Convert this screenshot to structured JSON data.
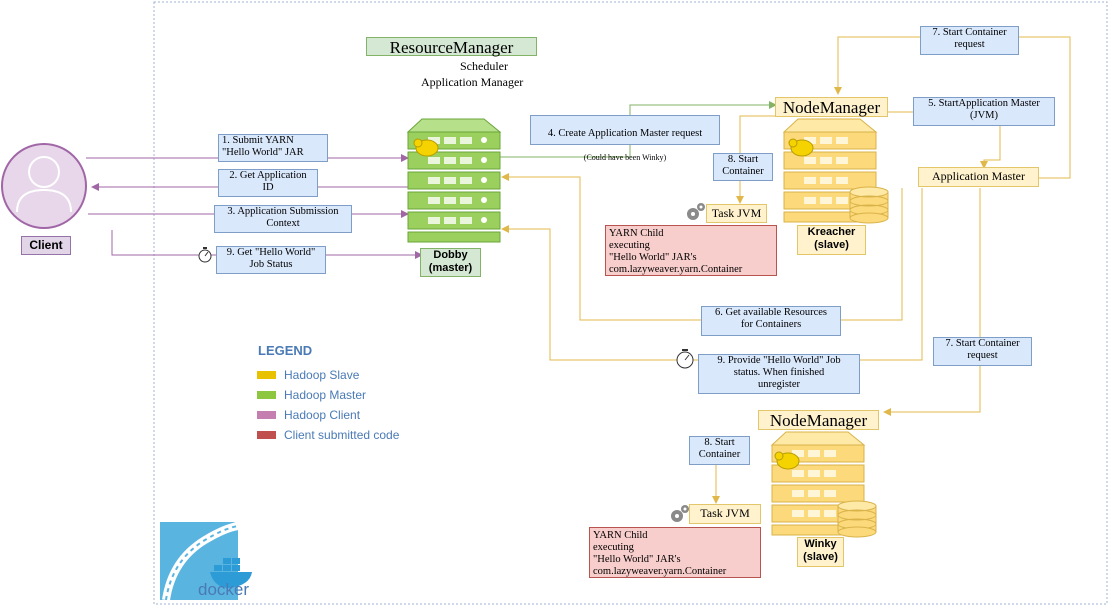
{
  "title": "ResourceManager",
  "rm_sub1": "Scheduler",
  "rm_sub2": "Application Manager",
  "client": "Client",
  "dobby": "Dobby\n(master)",
  "kreacher": "Kreacher\n(slave)",
  "winky": "Winky\n(slave)",
  "nm1": "NodeManager",
  "nm2": "NodeManager",
  "app_master": "Application Master",
  "steps": {
    "s1": "1. Submit YARN\n\"Hello World\" JAR",
    "s2": "2. Get Application\nID",
    "s3": "3. Application Submission\nContext",
    "s9a": "9. Get \"Hello World\"\nJob Status",
    "s4": "4. Create Application Master request",
    "s4b": "(Could have been Winky)",
    "s5": "5. StartApplication Master\n(JVM)",
    "s6": "6. Get available Resources\nfor Containers",
    "s7a": "7. Start Container\nrequest",
    "s7b": "7. Start Container\nrequest",
    "s8a": "8. Start\nContainer",
    "s8b": "8. Start\nContainer",
    "s9b": "9. Provide \"Hello World\" Job\nstatus. When finished\nunregister"
  },
  "taskjvm1": "Task JVM",
  "taskjvm2": "Task JVM",
  "child1": "YARN Child\nexecuting\n\"Hello World\" JAR's\ncom.lazyweaver.yarn.Container",
  "child2": "YARN Child\nexecuting\n\"Hello World\" JAR's\ncom.lazyweaver.yarn.Container",
  "legend": {
    "title": "LEGEND",
    "items": [
      {
        "label": "Hadoop Slave",
        "color": "#e8c200"
      },
      {
        "label": "Hadoop Master",
        "color": "#8dc63f"
      },
      {
        "label": "Hadoop Client",
        "color": "#c47fb0"
      },
      {
        "label": "Client submitted code",
        "color": "#c0504d"
      }
    ]
  },
  "docker": "docker",
  "colors": {
    "purple": "#a066a6",
    "green": "#82b366",
    "yellow": "#e0b84a",
    "blue": "#7f9ec7"
  }
}
